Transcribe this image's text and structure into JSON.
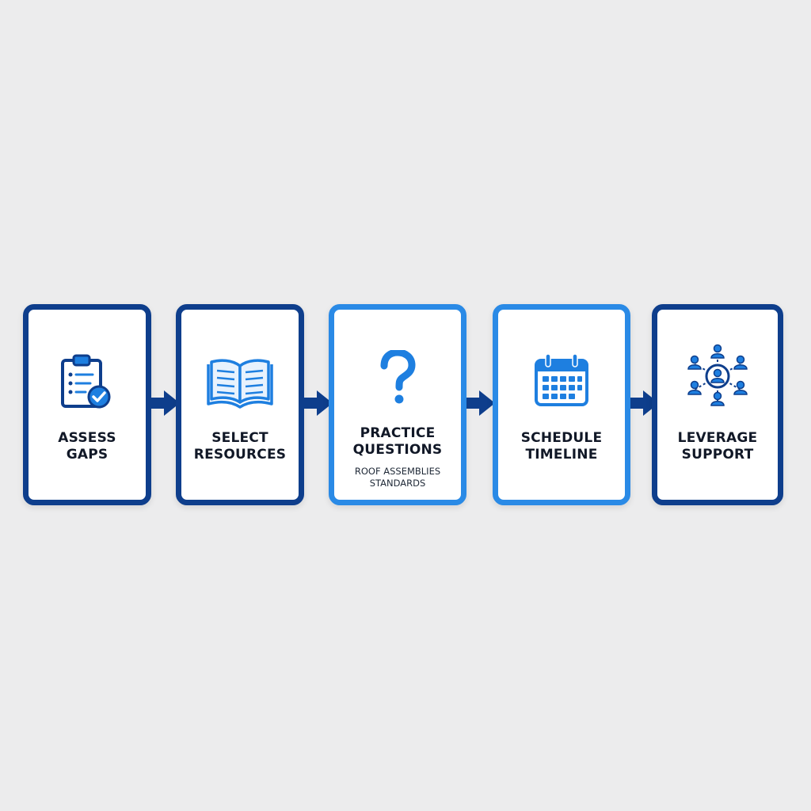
{
  "steps": [
    {
      "title_line1": "ASSESS",
      "title_line2": "GAPS",
      "icon": "clipboard-check-icon"
    },
    {
      "title_line1": "SELECT",
      "title_line2": "RESOURCES",
      "icon": "open-book-icon"
    },
    {
      "title_line1": "PRACTICE",
      "title_line2": "QUESTIONS",
      "subtitle_line1": "ROOF ASSEMBLIES",
      "subtitle_line2": "STANDARDS",
      "icon": "question-mark-icon"
    },
    {
      "title_line1": "SCHEDULE",
      "title_line2": "TIMELINE",
      "icon": "calendar-icon"
    },
    {
      "title_line1": "LEVERAGE",
      "title_line2": "SUPPORT",
      "icon": "people-network-icon"
    }
  ],
  "colors": {
    "dark_border": "#0e3e8c",
    "light_border": "#2a8ae6",
    "icon_blue": "#1e7fe0",
    "arrow": "#0e3e8c",
    "background": "#ececed"
  }
}
